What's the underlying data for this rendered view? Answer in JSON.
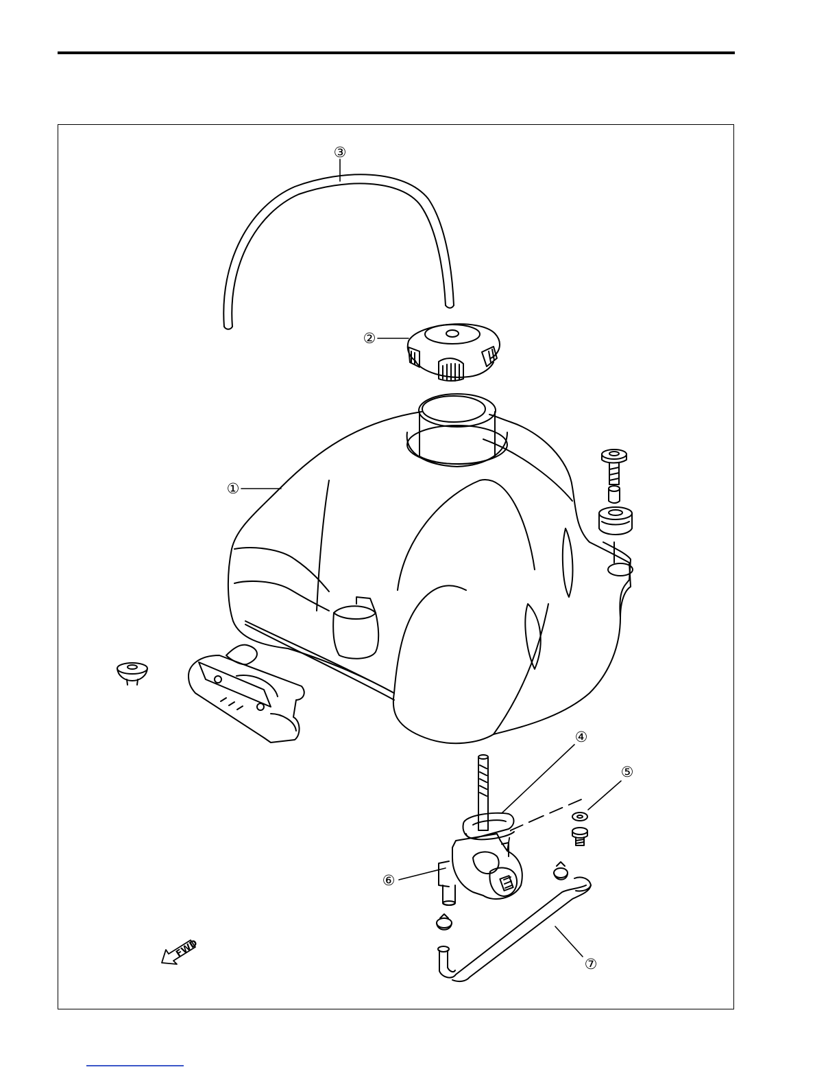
{
  "callouts": [
    {
      "id": "1",
      "label": "①",
      "part": "fuel tank"
    },
    {
      "id": "2",
      "label": "②",
      "part": "fuel cap"
    },
    {
      "id": "3",
      "label": "③",
      "part": "breather hose"
    },
    {
      "id": "4",
      "label": "④",
      "part": "gasket"
    },
    {
      "id": "5",
      "label": "⑤",
      "part": "washer"
    },
    {
      "id": "6",
      "label": "⑥",
      "part": "fuel valve"
    },
    {
      "id": "7",
      "label": "⑦",
      "part": "fuel hose"
    }
  ],
  "fwd_label": "FWD",
  "colors": {
    "line": "#000000",
    "link": "#3a56c8"
  }
}
